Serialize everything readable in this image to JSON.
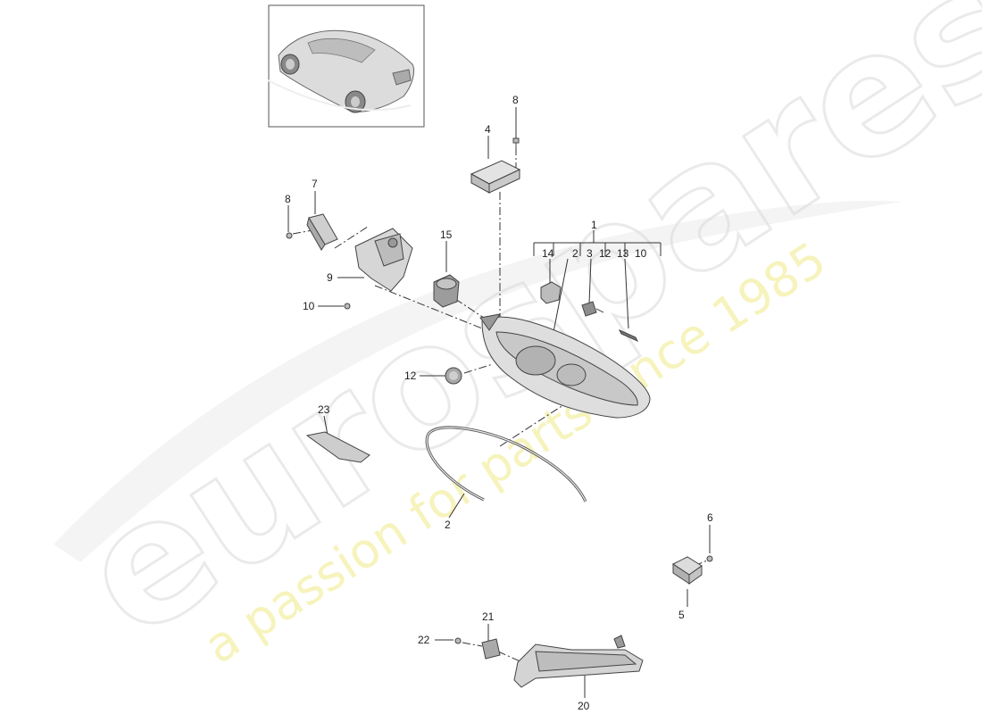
{
  "watermark": {
    "brand": "eurospares",
    "tagline": "a passion for parts since 1985"
  },
  "thumbnail": {
    "icon": "car-thumbnail-icon"
  },
  "callouts": {
    "c1": "1",
    "c2a": "2",
    "c2b": "2",
    "c3": "3",
    "c4": "4",
    "c5": "5",
    "c6": "6",
    "c7": "7",
    "c8a": "8",
    "c8b": "8",
    "c9": "9",
    "c10a": "10",
    "c10b": "10",
    "c12a": "12",
    "c12b": "12",
    "c13": "13",
    "c14": "14",
    "c15": "15",
    "c20": "20",
    "c21": "21",
    "c22": "22",
    "c23": "23"
  },
  "colors": {
    "line": "#333333",
    "part_fill": "#cfcfcf",
    "watermark_text": "#f3f0a6"
  }
}
